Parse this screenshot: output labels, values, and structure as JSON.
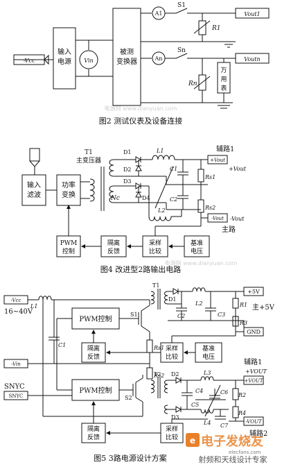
{
  "fig2": {
    "caption": "图2 测试仪表及设备连接",
    "input_supply": [
      "输入",
      "电源"
    ],
    "dut": [
      "被测",
      "变换器"
    ],
    "vin_meter": "Vin",
    "input_terminal": "-Vcc",
    "ammeter_1": "A1",
    "ammeter_n": "An",
    "switch_1": "S1",
    "switch_n": "Sn",
    "resistor_1": "R1",
    "resistor_n": "Rn",
    "output_1": "Vout1",
    "output_n": "Voutn",
    "multimeter": [
      "万",
      "用",
      "表"
    ],
    "watermark": "电源网 www.dianyuan.com"
  },
  "fig4": {
    "caption": "图4 改进型2路输出电路",
    "input_filter": [
      "输入",
      "滤波"
    ],
    "power_conversion": [
      "功率",
      "变换"
    ],
    "pwm_control": [
      "PWM",
      "控制"
    ],
    "isolation_feedback": [
      "隔离",
      "反馈"
    ],
    "sample_compare": [
      "采样",
      "比较"
    ],
    "reference_voltage": [
      "基准",
      "电压"
    ],
    "transformer": [
      "T1",
      "主变压器"
    ],
    "primary_turns": "Nc",
    "d1": "D1",
    "d2": "D2",
    "d3": "D3",
    "d4": "D4",
    "l1": "L1",
    "l2": "L2",
    "c1": "C1",
    "c2": "C2",
    "rs1": "Rs1",
    "rs2": "Rs2",
    "aux_label": "辅路1",
    "aux_out_pos": "+Vout",
    "aux_out_neg": "+Vout",
    "main_out": "-Vout",
    "main_out_tag": "-Vout",
    "main_label": "主路",
    "watermark": "电源网 www.dianyuan.com"
  },
  "fig5": {
    "caption": "图5 3路电源设计方案",
    "vcc_in": "-Vcc",
    "voltage_range": "16~40V",
    "l1": "L1",
    "c1": "C1",
    "vin_tag": "-Vin",
    "snyc_label": "SNYC",
    "snyc_tag": "SNYC",
    "pwm_1": "PWM控制",
    "pwm_2": "PWM控制",
    "iso_1": [
      "隔离",
      "反馈"
    ],
    "iso_2": [
      "隔离",
      "反馈"
    ],
    "sample_1": [
      "采样",
      "比较"
    ],
    "sample_2": [
      "采样",
      "比较"
    ],
    "ref_1": [
      "基准",
      "电压"
    ],
    "t1": "T1",
    "t2": "T2",
    "s1": "S1",
    "s2": "S2",
    "d1": "D1",
    "d2": "D2",
    "d3": "D3",
    "l2": "L2",
    "l3": "L3",
    "l4": "L4",
    "c2": "C2",
    "c3": "C3",
    "c4": "C4",
    "c5": "C5",
    "c6": "C6",
    "c7": "C7",
    "r1": "R1",
    "r2": "R2",
    "r3": "R3",
    "r4": "R4",
    "rs1": "Rs1",
    "rs2": "Rs2",
    "out_5v": "+5V",
    "main_5v": "主+5V",
    "gnd": "GND",
    "aux1_label": "辅路1",
    "aux1_vout": "+VOUT",
    "aux1_tag": "+VOUT",
    "aux2_tag": "-VOUT",
    "aux2_label": "辅路2",
    "logo_text": "电子发烧友",
    "site_line": "elecfans.com",
    "site_cn": "射频和天线设计专家"
  }
}
